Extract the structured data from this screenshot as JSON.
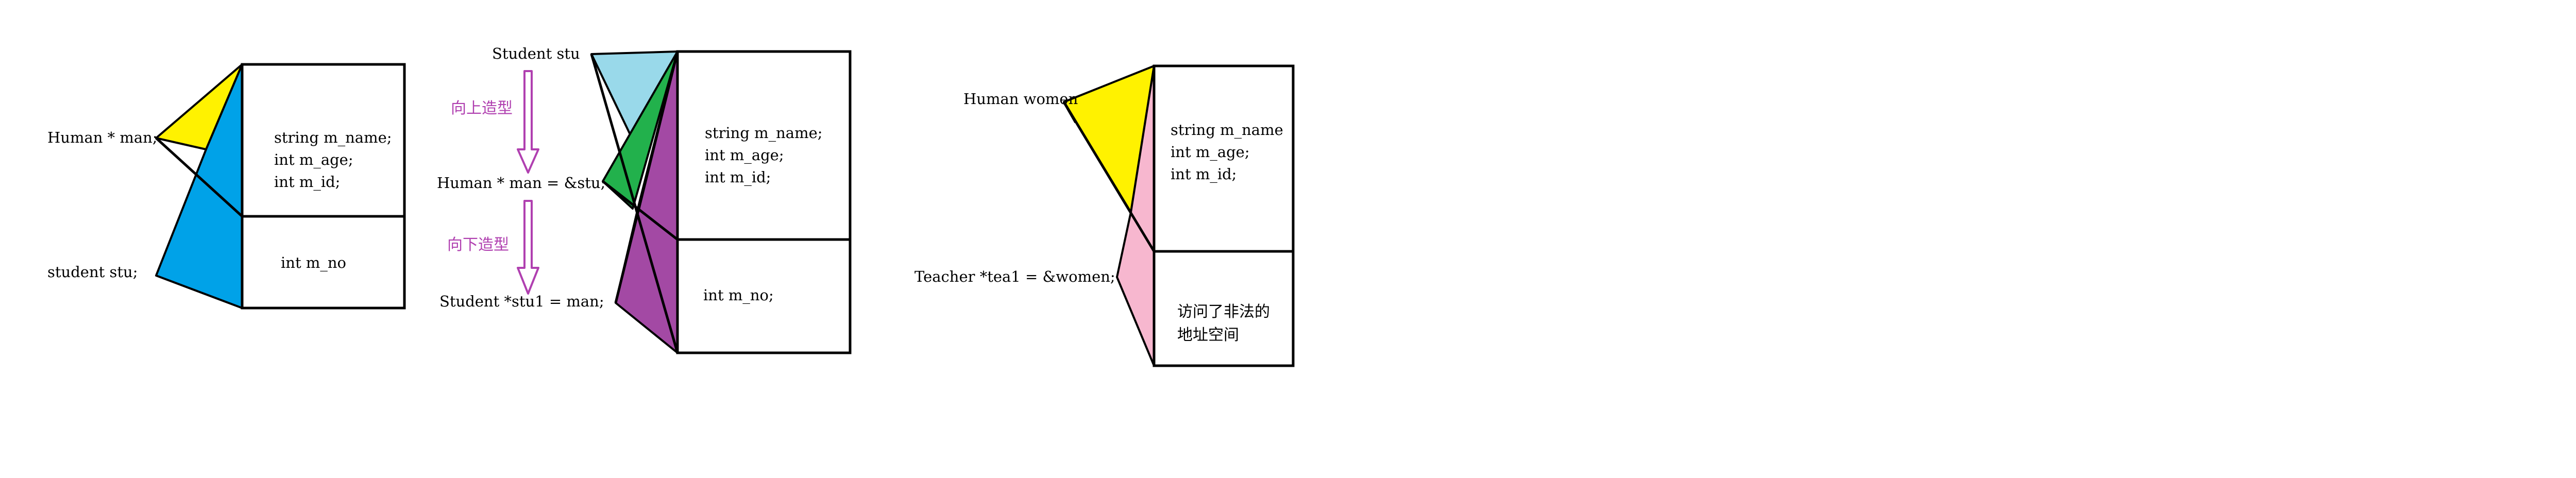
{
  "colors": {
    "yellow": "#fff200",
    "blue": "#00a2e8",
    "light_blue": "#99d9ea",
    "green": "#22b14c",
    "purple": "#a349a4",
    "pink": "#f7b7cf",
    "arrow": "#b040b0"
  },
  "panel1": {
    "pointer_label": "Human * man;",
    "object_label": "student stu;",
    "base_fields": [
      "string m_name;",
      "int m_age;",
      "int m_id;"
    ],
    "derived_fields": [
      "int m_no"
    ]
  },
  "panel2": {
    "object_label": "Student stu",
    "upcast_note": "向上造型",
    "upcast_label": "Human * man = &stu;",
    "downcast_note": "向下造型",
    "downcast_label": "Student *stu1 = man;",
    "base_fields": [
      "string m_name;",
      "int m_age;",
      "int m_id;"
    ],
    "derived_fields": [
      "int m_no;"
    ]
  },
  "panel3": {
    "object_label": "Human women",
    "pointer_label": "Teacher *tea1 = &women;",
    "base_fields": [
      "string m_name",
      "int m_age;",
      "int m_id;"
    ],
    "illegal_lines": [
      "访问了非法的",
      "地址空间"
    ]
  }
}
